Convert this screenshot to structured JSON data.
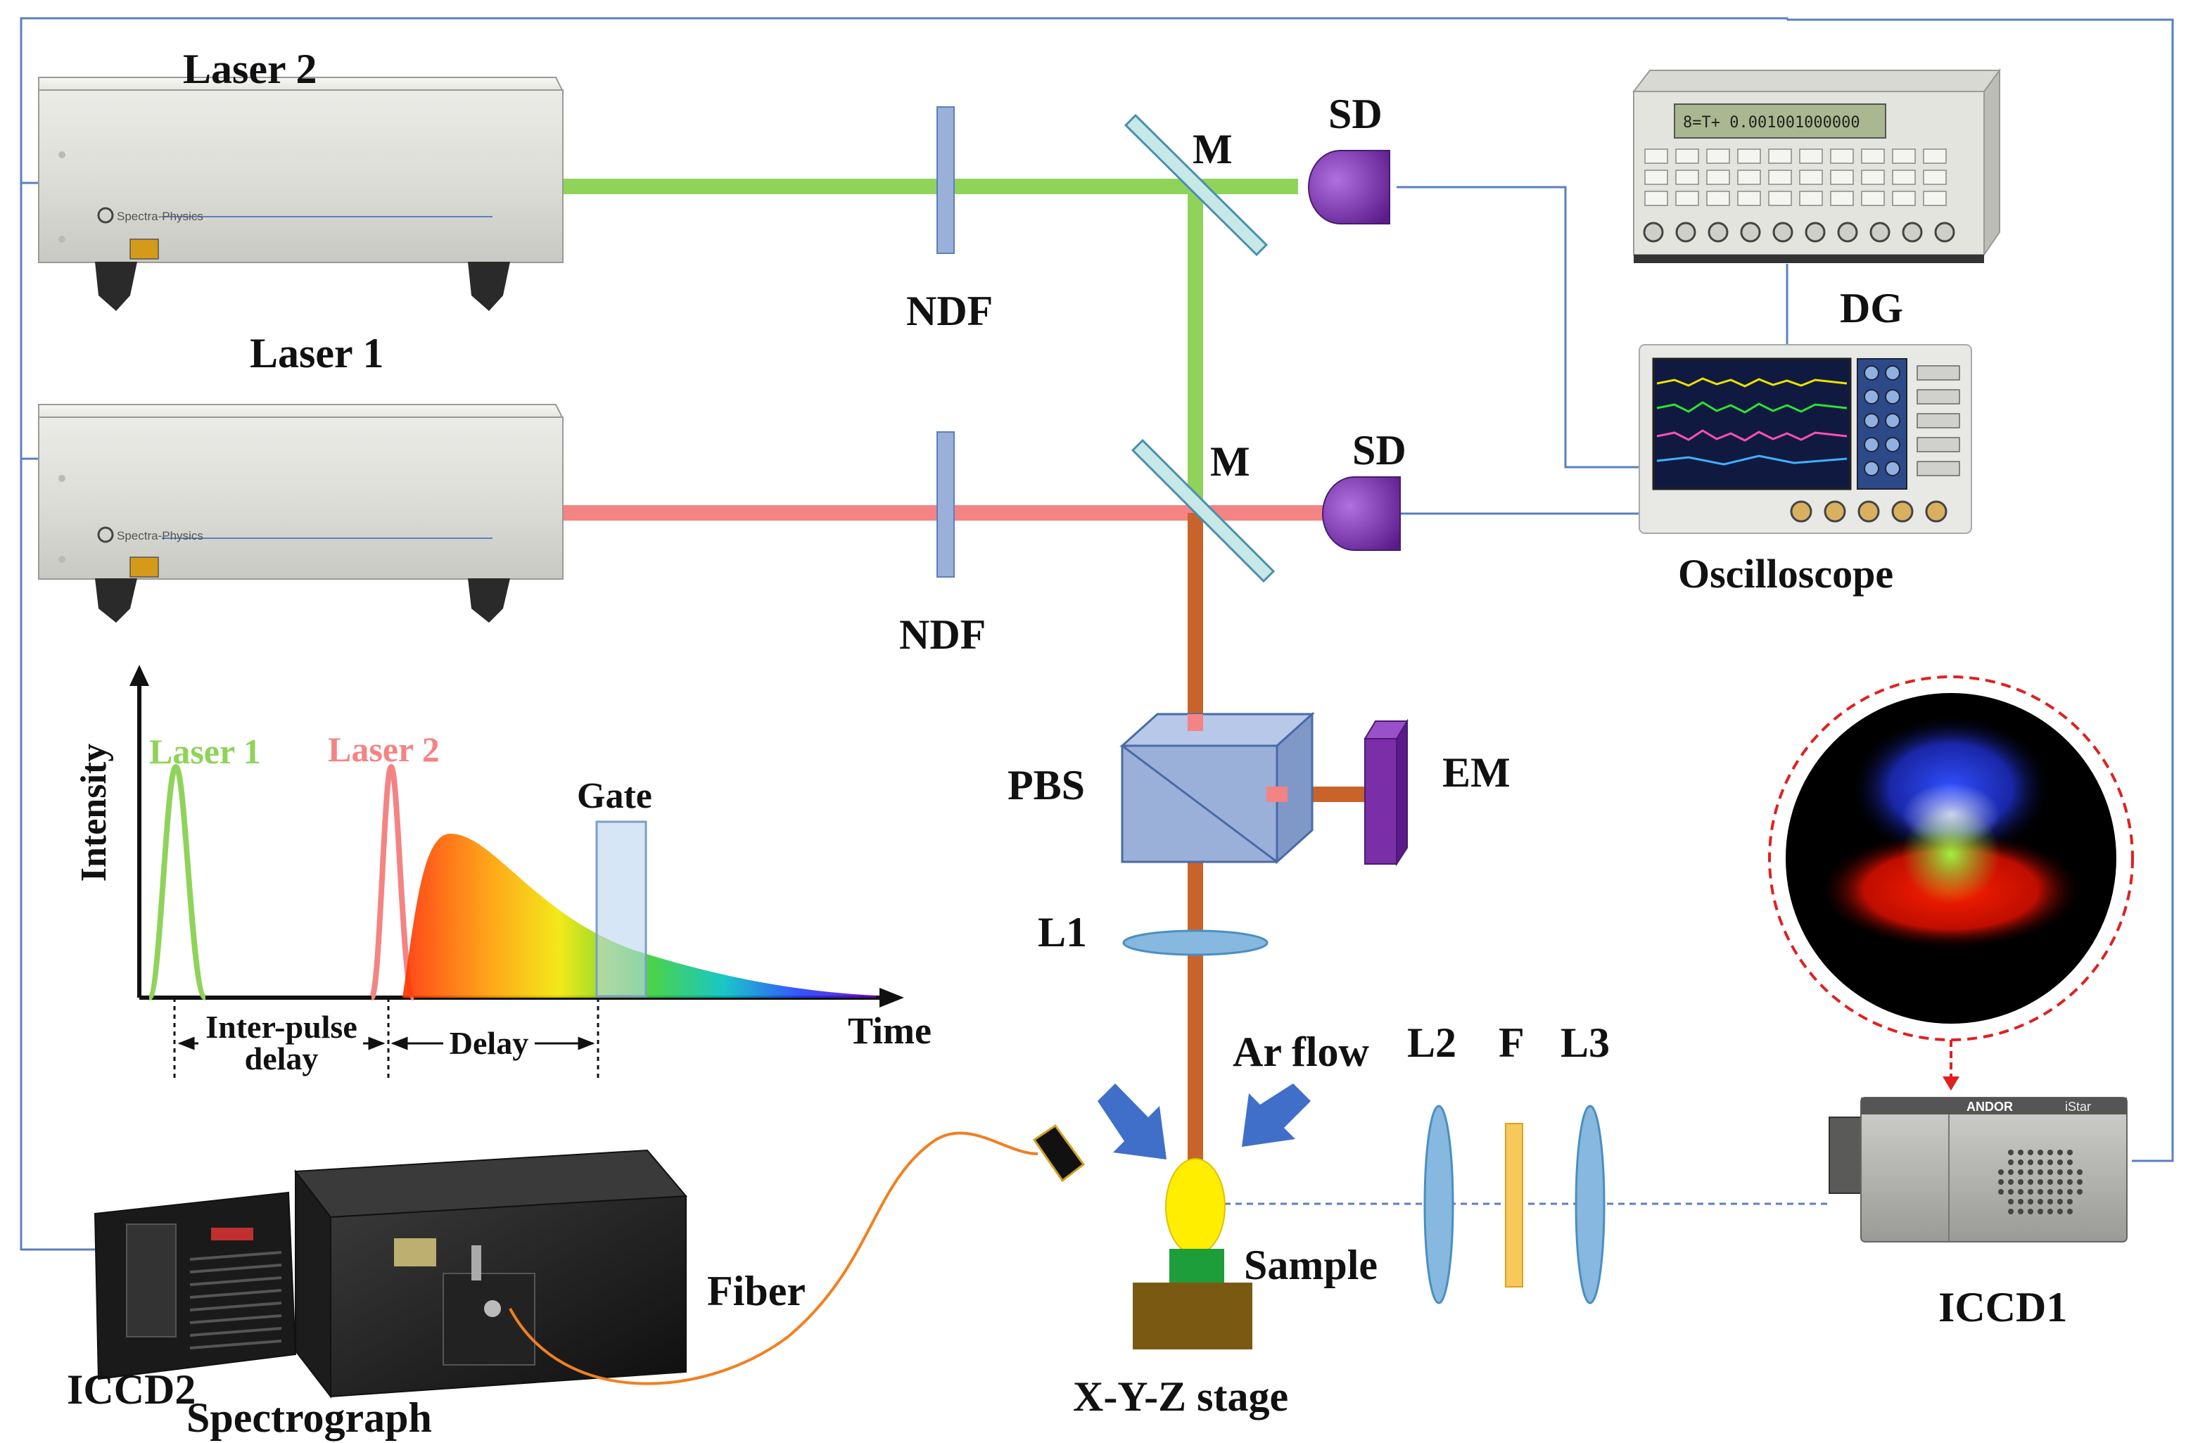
{
  "labels": {
    "laser2": "Laser 2",
    "laser1": "Laser 1",
    "ndf_top": "NDF",
    "ndf_bottom": "NDF",
    "mirror_top": "M",
    "mirror_bottom": "M",
    "sd_top": "SD",
    "sd_bottom": "SD",
    "dg": "DG",
    "oscilloscope": "Oscilloscope",
    "pbs": "PBS",
    "em": "EM",
    "l1": "L1",
    "l2": "L2",
    "f": "F",
    "l3": "L3",
    "ar_flow": "Ar flow",
    "sample": "Sample",
    "stage": "X-Y-Z stage",
    "fiber": "Fiber",
    "spectrograph": "Spectrograph",
    "iccd1": "ICCD1",
    "iccd2": "ICCD2"
  },
  "brand": {
    "laser": "Spectra-Physics",
    "camera": "ANDOR",
    "camera_model": "iStar",
    "dg_display": "8=T+  0.001001000000"
  },
  "timing": {
    "y_axis": "Intensity",
    "x_axis": "Time",
    "laser1": "Laser 1",
    "laser2": "Laser 2",
    "gate": "Gate",
    "inter_pulse_1": "Inter-pulse",
    "inter_pulse_2": "delay",
    "delay": "Delay"
  },
  "colors": {
    "laser1_beam": "#8fd35a",
    "laser2_beam": "#f48484",
    "combined_beam": "#c8642a",
    "wire": "#5b7fc0",
    "detector": "#7a2fa8",
    "optic": "#9ab0d8",
    "filter": "#f7c85a",
    "sample": "#1e9e3a",
    "stage": "#7a5a12",
    "fiber": "#f08020",
    "plume": "#ffee00"
  }
}
